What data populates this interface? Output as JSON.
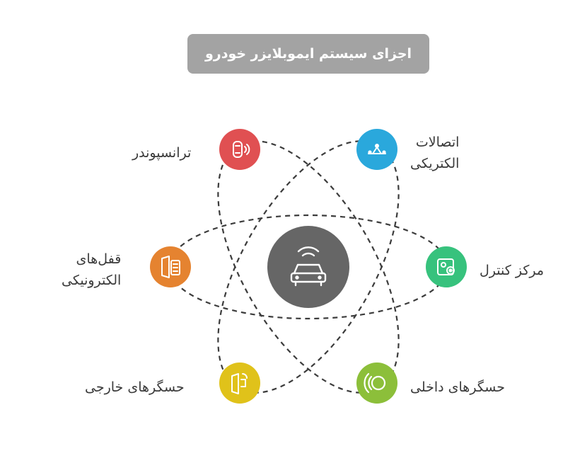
{
  "title": "اجزای سیستم ایموبلایزر خودرو",
  "center": {
    "icon": "car-icon",
    "color": "#666666"
  },
  "nodes": [
    {
      "id": "transponder",
      "lines": [
        "ترانسپوندر"
      ],
      "icon": "transponder-icon",
      "color": "#e05052"
    },
    {
      "id": "electrical",
      "lines": [
        "اتصالات",
        "الکتریکی"
      ],
      "icon": "electrical-connection-icon",
      "color": "#2aa8dc"
    },
    {
      "id": "control",
      "lines": [
        "مرکز کنترل"
      ],
      "icon": "control-center-icon",
      "color": "#37c27d"
    },
    {
      "id": "locks",
      "lines": [
        "قفل‌های",
        "الکترونیکی"
      ],
      "icon": "electronic-lock-icon",
      "color": "#e58330"
    },
    {
      "id": "external",
      "lines": [
        "حسگرهای خارجی"
      ],
      "icon": "external-sensor-icon",
      "color": "#e0c21a"
    },
    {
      "id": "internal",
      "lines": [
        "حسگرهای داخلی"
      ],
      "icon": "internal-sensor-icon",
      "color": "#8cbf3a"
    }
  ]
}
